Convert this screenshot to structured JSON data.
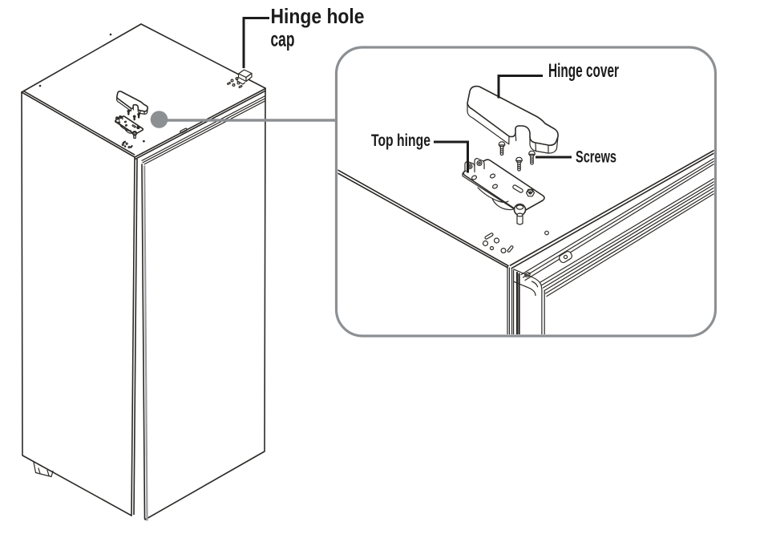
{
  "figure": {
    "kind": "appliance-manual-line-illustration",
    "subject": "Refrigerator top hinge assembly with magnified callout of the top corner",
    "labels": {
      "hinge_hole_cap": {
        "line1": "Hinge hole",
        "line2": "cap"
      },
      "hinge_cover": "Hinge cover",
      "top_hinge": "Top hinge",
      "screws": "Screws"
    },
    "colors": {
      "line": "#2b2926",
      "text": "#1c1c1c",
      "gray_accent": "#8d9093",
      "seam_gray": "#9a9ca0",
      "background": "#ffffff"
    }
  }
}
